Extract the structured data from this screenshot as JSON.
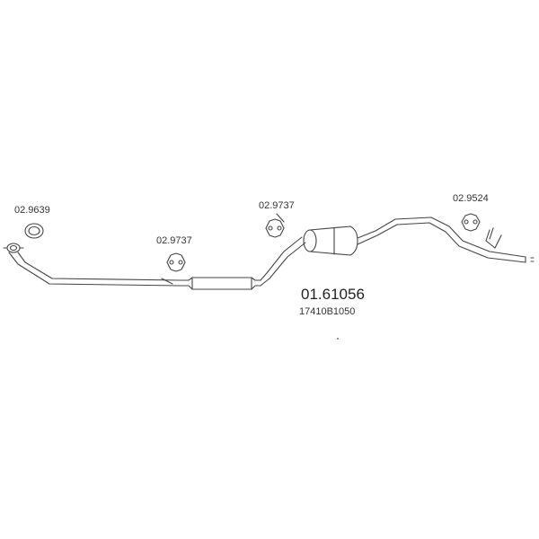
{
  "diagram": {
    "part_labels": {
      "clamp_ring": "02.9639",
      "hanger_left": "02.9737",
      "hanger_mid": "02.9737",
      "hanger_right": "02.9524"
    },
    "main_part_number": "01.61056",
    "oem_number": "17410B1050",
    "colors": {
      "line": "#444444",
      "text": "#333333",
      "background": "#ffffff"
    }
  }
}
